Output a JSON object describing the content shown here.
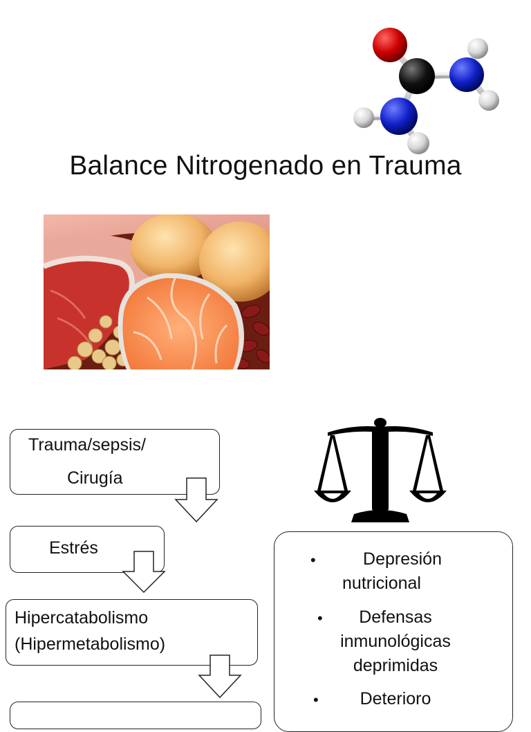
{
  "title": "Balance Nitrogenado en Trauma",
  "flow": {
    "box1_line1": "Trauma/sepsis/",
    "box1_line2": "Cirugía",
    "box2": "Estrés",
    "box3_line1": "Hipercatabolismo",
    "box3_line2": "(Hipermetabolismo)"
  },
  "consequences": [
    {
      "line1": "Depresión",
      "line2": "nutricional"
    },
    {
      "line1": "Defensas",
      "line2": "inmunológicas",
      "line3": "deprimidas"
    },
    {
      "line1": "Deterioro"
    }
  ],
  "icons": {
    "molecule": "urea-molecule-icon",
    "scale": "balance-scale-icon",
    "food": "protein-foods-image",
    "arrow": "down-arrow-icon"
  },
  "colors": {
    "oxygen": "#cc0000",
    "nitrogen": "#1020c8",
    "carbon": "#111111",
    "hydrogen": "#d8d8d8"
  }
}
